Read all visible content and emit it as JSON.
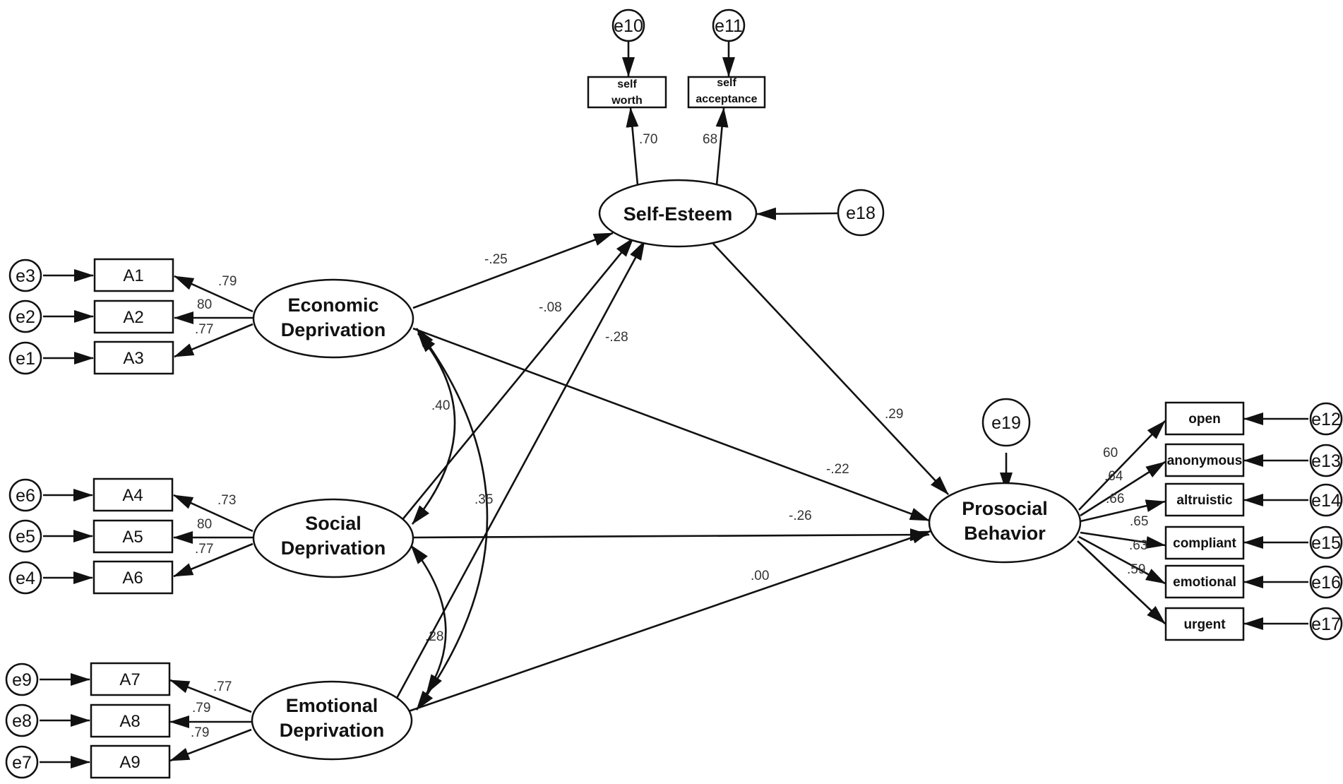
{
  "latents": {
    "self_esteem": [
      "Self-Esteem"
    ],
    "economic": [
      "Economic",
      "Deprivation"
    ],
    "social": [
      "Social",
      "Deprivation"
    ],
    "emotional": [
      "Emotional",
      "Deprivation"
    ],
    "prosocial": [
      "Prosocial",
      "Behavior"
    ]
  },
  "observed": {
    "A1": "A1",
    "A2": "A2",
    "A3": "A3",
    "A4": "A4",
    "A5": "A5",
    "A6": "A6",
    "A7": "A7",
    "A8": "A8",
    "A9": "A9",
    "self_worth": [
      "self",
      "worth"
    ],
    "self_acceptance": [
      "self",
      "acceptance"
    ],
    "open": "open",
    "anonymous": "anonymous",
    "altruistic": "altruistic",
    "compliant": "compliant",
    "emotional": "emotional",
    "urgent": "urgent"
  },
  "errors": {
    "e1": "e1",
    "e2": "e2",
    "e3": "e3",
    "e4": "e4",
    "e5": "e5",
    "e6": "e6",
    "e7": "e7",
    "e8": "e8",
    "e9": "e9",
    "e10": "e10",
    "e11": "e11",
    "e12": "e12",
    "e13": "e13",
    "e14": "e14",
    "e15": "e15",
    "e16": "e16",
    "e17": "e17",
    "e18": "e18",
    "e19": "e19"
  },
  "coefficients": {
    "econ_A1": ".79",
    "econ_A2": "80",
    "econ_A3": ".77",
    "soc_A4": ".73",
    "soc_A5": "80",
    "soc_A6": ".77",
    "emo_A7": ".77",
    "emo_A8": ".79",
    "emo_A9": ".79",
    "se_worth": ".70",
    "se_accept": "68",
    "econ_se": "-.25",
    "soc_se": "-.08",
    "emo_se": "-.28",
    "se_pro": ".29",
    "econ_pro": "-.22",
    "soc_pro": "-.26",
    "emo_pro": ".00",
    "cov_econ_soc": ".40",
    "cov_econ_emo": ".35",
    "cov_soc_emo": ".28",
    "pro_open": "60",
    "pro_anonymous": ".64",
    "pro_altruistic": ".66",
    "pro_compliant": ".65",
    "pro_emotional": ".63",
    "pro_urgent": ".59"
  }
}
